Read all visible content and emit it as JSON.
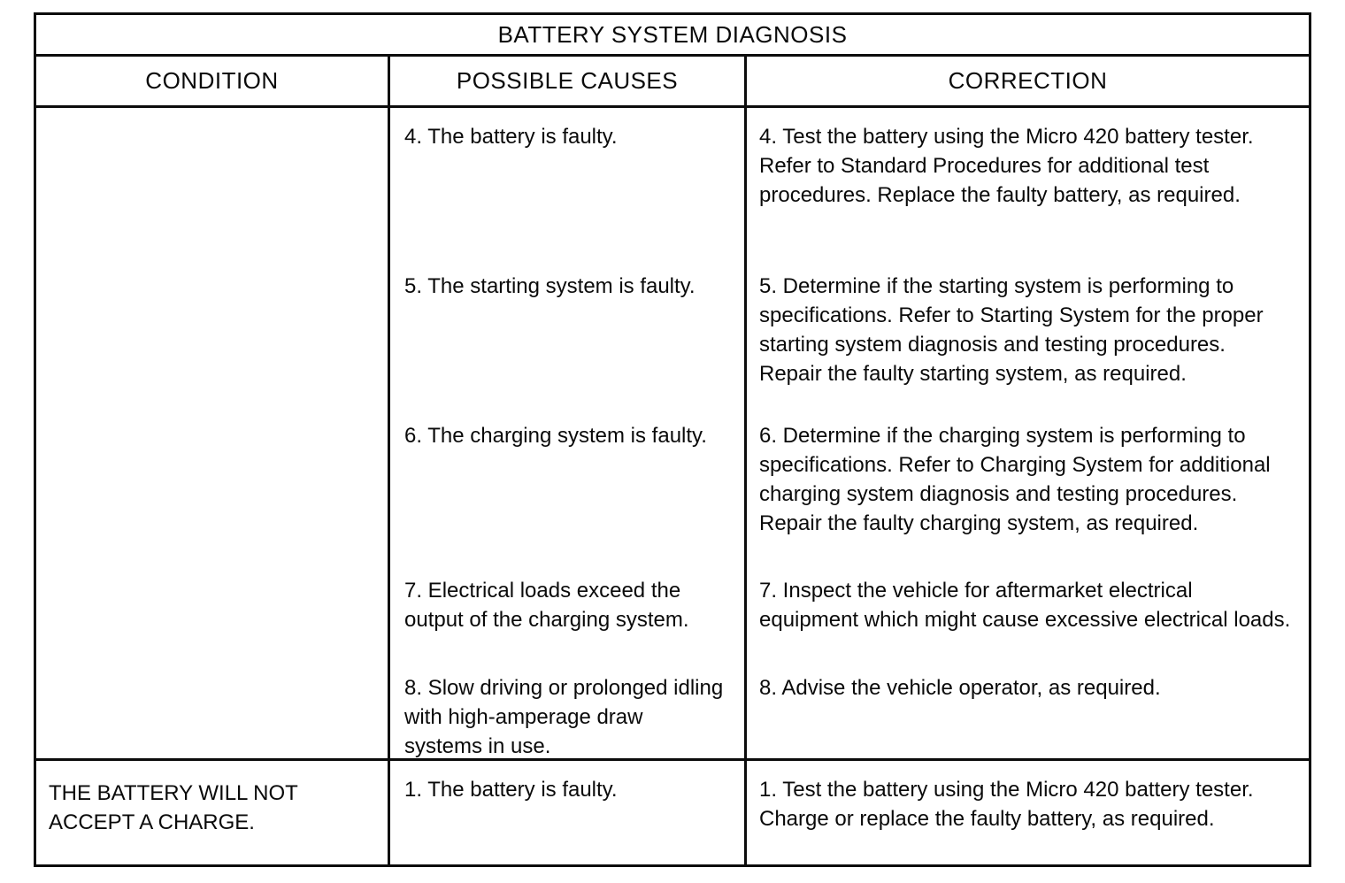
{
  "table": {
    "title": "BATTERY SYSTEM DIAGNOSIS",
    "columns": [
      "CONDITION",
      "POSSIBLE CAUSES",
      "CORRECTION"
    ],
    "rows": [
      {
        "condition": "",
        "items": [
          {
            "cause": "4. The battery is faulty.",
            "correction": "4. Test the battery using the Micro 420 battery tester. Refer to Standard Procedures for additional test procedures. Replace the faulty battery, as required."
          },
          {
            "cause": "5. The starting system is faulty.",
            "correction": "5. Determine if the starting system is performing to specifications. Refer to Starting System for the proper starting system diagnosis and testing procedures. Repair the faulty starting system, as required."
          },
          {
            "cause": "6. The charging system is faulty.",
            "correction": "6. Determine if the charging system is performing to specifications. Refer to Charging System for additional charging system diagnosis and testing procedures. Repair the faulty charging system, as required."
          },
          {
            "cause": "7. Electrical loads exceed the output of the charging system.",
            "correction": "7. Inspect the vehicle for aftermarket electrical equipment which might cause excessive electrical loads."
          },
          {
            "cause": "8. Slow driving or prolonged idling with high-amperage draw systems in use.",
            "correction": "8. Advise the vehicle operator, as required."
          }
        ]
      },
      {
        "condition": "THE BATTERY WILL NOT ACCEPT A CHARGE.",
        "items": [
          {
            "cause": "1. The battery is faulty.",
            "correction": "1. Test the battery using the Micro 420 battery tester. Charge or replace the faulty battery, as required."
          }
        ]
      }
    ]
  }
}
